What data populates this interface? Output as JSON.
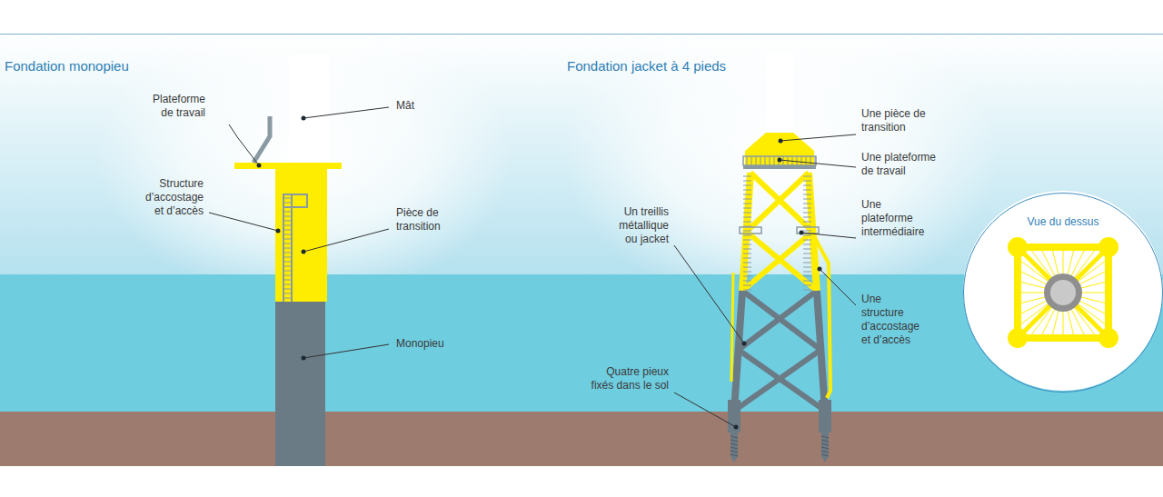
{
  "diagram": {
    "nodes": [
      {
        "text": [
          "Vue du dessus"
        ]
      }
    ],
    "labels": [
      "Fondation monopieu",
      "Plateforme de travail",
      "Mât",
      "Structure d’accostage et d’accès",
      "Pièce de transition",
      "Monopieu",
      "Fondation jacket à 4 pieds",
      "Une pièce de transition",
      "Une plateforme de travail",
      "Un treillis métallique ou jacket",
      "Une plateforme intermédiaire",
      "Une structure d’accostage et d’accès",
      "Quatre pieux fixés dans le sol"
    ]
  }
}
